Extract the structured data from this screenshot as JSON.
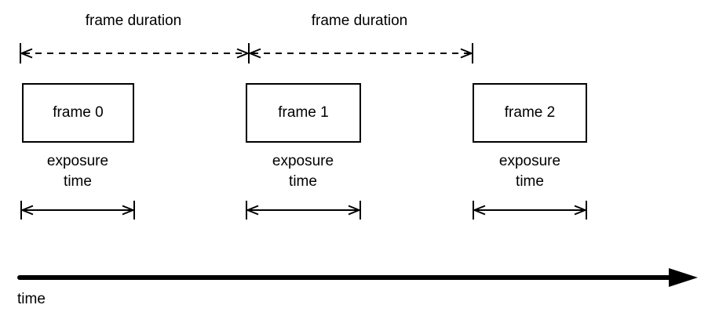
{
  "diagram": {
    "description": "frame timing diagram"
  },
  "frame_duration_labels": [
    {
      "text": "frame duration"
    },
    {
      "text": "frame duration"
    }
  ],
  "frames": [
    {
      "label": "frame 0"
    },
    {
      "label": "frame 1"
    },
    {
      "label": "frame 2"
    }
  ],
  "exposure_labels": [
    {
      "text": "exposure\ntime"
    },
    {
      "text": "exposure\ntime"
    },
    {
      "text": "exposure\ntime"
    }
  ],
  "time_axis": {
    "label": "time"
  },
  "colors": {
    "stroke": "#000000",
    "background": "#ffffff"
  }
}
